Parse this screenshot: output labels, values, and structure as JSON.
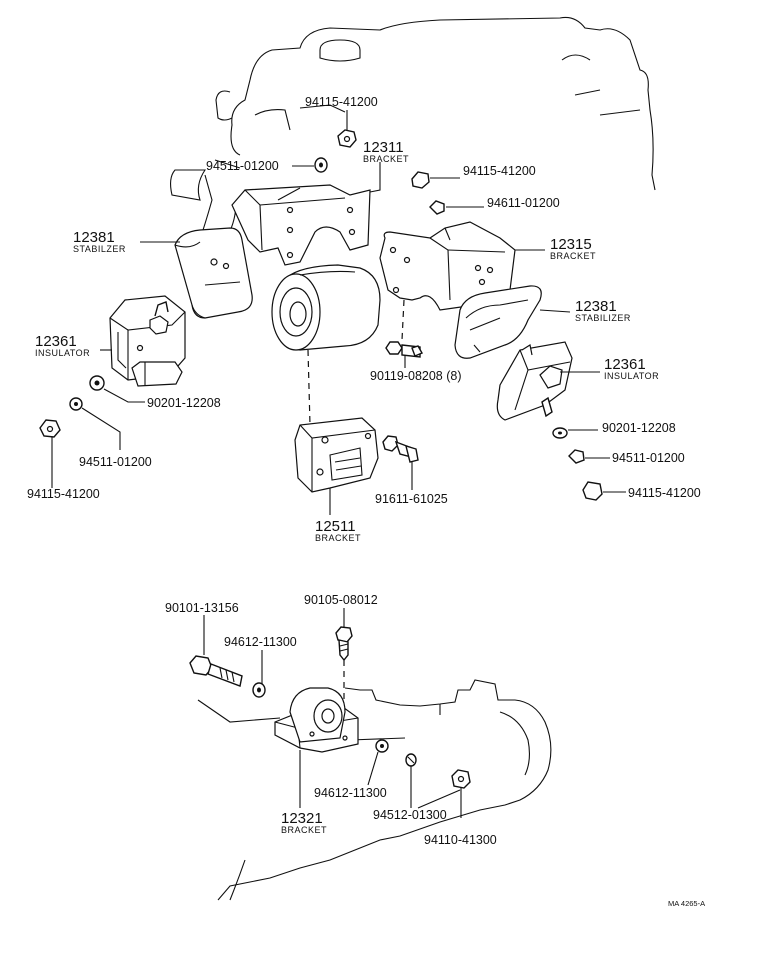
{
  "diagram": {
    "labels": {
      "n94115_top": "94115-41200",
      "n94511_top": "94511-01200",
      "n12311": "12311",
      "n12311_t": "BRACKET",
      "n94115_r1": "94115-41200",
      "n94611_r": "94611-01200",
      "n12381_l": "12381",
      "n12381_l_t": "STABILZER",
      "n12315": "12315",
      "n12315_t": "BRACKET",
      "n12381_r": "12381",
      "n12381_r_t": "STABILIZER",
      "n12361_l": "12361",
      "n12361_l_t": "INSULATOR",
      "n12361_r": "12361",
      "n12361_r_t": "INSULATOR",
      "n90119": "90119-08208 (8)",
      "n90201_l": "90201-12208",
      "n90201_r": "90201-12208",
      "n94511_l": "94511-01200",
      "n94511_r": "94511-01200",
      "n94115_l": "94115-41200",
      "n94115_r2": "94115-41200",
      "n91611": "91611-61025",
      "n12511": "12511",
      "n12511_t": "BRACKET",
      "n90101": "90101-13156",
      "n90105": "90105-08012",
      "n94612_a": "94612-11300",
      "n94612_b": "94612-11300",
      "n12321": "12321",
      "n12321_t": "BRACKET",
      "n94512": "94512-01300",
      "n94110": "94110-41300",
      "ref": "MA 4265-A"
    }
  }
}
